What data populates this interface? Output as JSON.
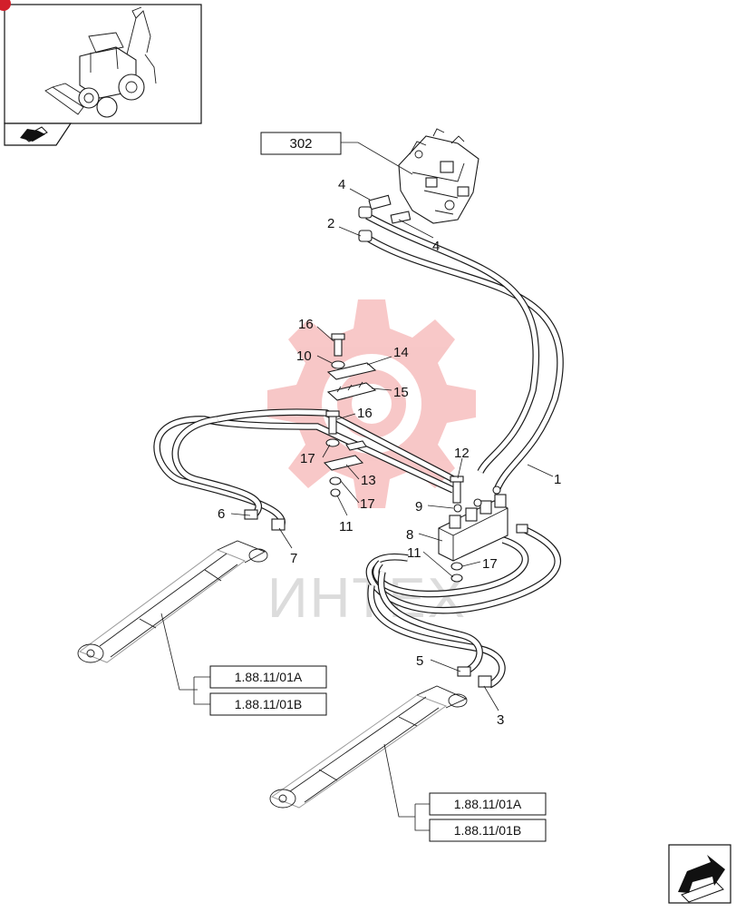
{
  "watermark": {
    "text": "ИНТЕХ",
    "gear_color": "#f29b9b"
  },
  "nav": {
    "thumbnail_icon": "backhoe-loader-thumbnail",
    "prev_icon": "page-back-arrow-icon",
    "next_icon": "page-forward-arrow-icon"
  },
  "refs": {
    "main_valve": "302",
    "cyl_left_a": "1.88.11/01A",
    "cyl_left_b": "1.88.11/01B",
    "cyl_right_a": "1.88.11/01A",
    "cyl_right_b": "1.88.11/01B"
  },
  "callouts": {
    "c1": "1",
    "c2": "2",
    "c3": "3",
    "c4a": "4",
    "c4b": "4",
    "c5": "5",
    "c6": "6",
    "c7": "7",
    "c8": "8",
    "c9": "9",
    "c10": "10",
    "c11a": "11",
    "c11b": "11",
    "c12": "12",
    "c13": "13",
    "c14": "14",
    "c15": "15",
    "c16a": "16",
    "c16b": "16",
    "c17a": "17",
    "c17b": "17",
    "c17c": "17"
  }
}
